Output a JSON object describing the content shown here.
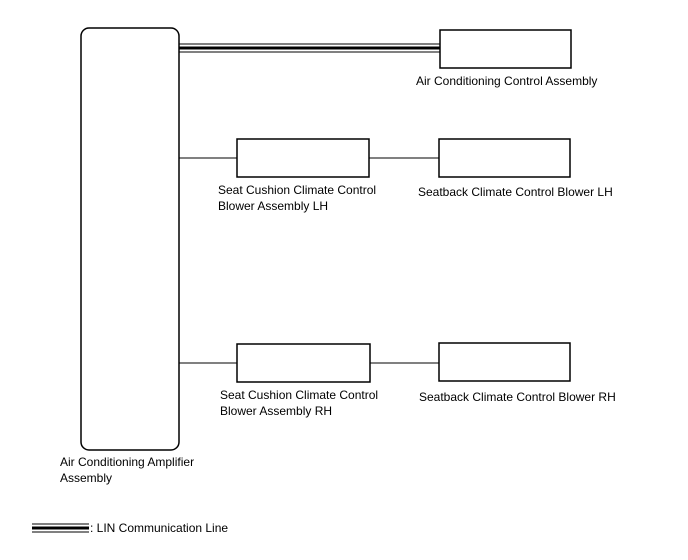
{
  "components": {
    "amplifier": {
      "line1": "Air Conditioning Amplifier",
      "line2": "Assembly"
    },
    "control_assembly": {
      "label": "Air Conditioning Control Assembly"
    },
    "seat_cushion_lh": {
      "line1": "Seat Cushion Climate Control",
      "line2": "Blower Assembly LH"
    },
    "seatback_lh": {
      "label": "Seatback Climate Control Blower LH"
    },
    "seat_cushion_rh": {
      "line1": "Seat Cushion Climate Control",
      "line2": "Blower Assembly RH"
    },
    "seatback_rh": {
      "label": "Seatback Climate Control Blower RH"
    }
  },
  "legend": {
    "label": ": LIN Communication Line"
  },
  "colors": {
    "line": "#000000",
    "background": "#ffffff"
  }
}
